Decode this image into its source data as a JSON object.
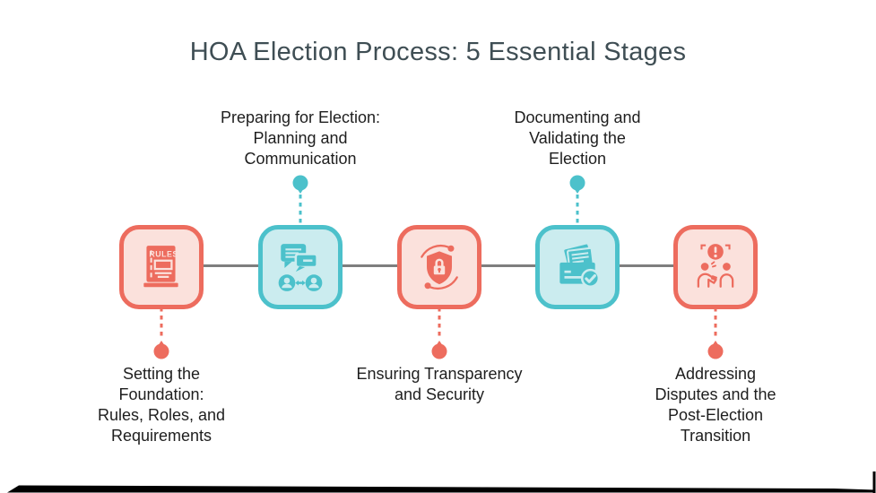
{
  "title": "HOA Election Process: 5 Essential Stages",
  "colors": {
    "red": "#ED6C5E",
    "red_light": "#FBE1DC",
    "teal": "#4CC1CB",
    "teal_light": "#CBECEF",
    "line_gray": "#7E7E7E",
    "title_color": "#3F4E54",
    "text": "#1E1E1E",
    "frame_black": "#000000"
  },
  "icon_text": {
    "rules_book_label": "RULES"
  },
  "stages": [
    {
      "id": 1,
      "accent": "red",
      "icon": "rules-book-icon",
      "label_position": "bottom",
      "label_lines": [
        "Setting the",
        "Foundation:",
        "Rules, Roles, and",
        "Requirements"
      ]
    },
    {
      "id": 2,
      "accent": "teal",
      "icon": "communication-icon",
      "label_position": "top",
      "label_lines": [
        "Preparing for Election:",
        "Planning and",
        "Communication"
      ]
    },
    {
      "id": 3,
      "accent": "red",
      "icon": "security-shield-icon",
      "label_position": "bottom",
      "label_lines": [
        "Ensuring Transparency",
        "and Security"
      ]
    },
    {
      "id": 4,
      "accent": "teal",
      "icon": "documents-check-icon",
      "label_position": "top",
      "label_lines": [
        "Documenting and",
        "Validating the",
        "Election"
      ]
    },
    {
      "id": 5,
      "accent": "red",
      "icon": "dispute-icon",
      "label_position": "bottom",
      "label_lines": [
        "Addressing",
        "Disputes and the",
        "Post-Election",
        "Transition"
      ]
    }
  ]
}
